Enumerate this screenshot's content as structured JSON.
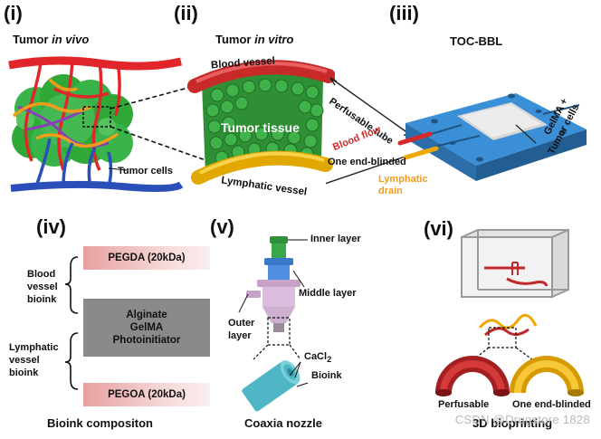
{
  "panels": {
    "i": {
      "num": "(i)",
      "title_pre": "Tumor ",
      "title_it": "in vivo",
      "tumor_cells": "Tumor cells"
    },
    "ii": {
      "num": "(ii)",
      "title_pre": "Tumor ",
      "title_it": "in vitro",
      "blood_vessel": "Blood vessel",
      "tumor_tissue": "Tumor tissue",
      "lymphatic_vessel": "Lymphatic vessel"
    },
    "iii": {
      "num": "(iii)",
      "title": "TOC-BBL",
      "perfusable_tube": "Perfusable tube",
      "blood_flow": "Blood flow",
      "one_end_blinded": "One end-blinded",
      "lymphatic_drain_1": "Lymphatic",
      "lymphatic_drain_2": "drain",
      "gelma_1": "GelMA +",
      "gelma_2": "Tumor cells"
    },
    "iv": {
      "num": "(iv)",
      "pegda": "PEGDA (20kDa)",
      "blood_1": "Blood",
      "blood_2": "vessel",
      "blood_3": "bioink",
      "mid_1": "Alginate",
      "mid_2": "GelMA",
      "mid_3": "Photoinitiator",
      "lymph_1": "Lymphatic",
      "lymph_2": "vessel",
      "lymph_3": "bioink",
      "pegoa": "PEGOA (20kDa)",
      "caption": "Bioink compositon"
    },
    "v": {
      "num": "(v)",
      "inner": "Inner layer",
      "middle": "Middle layer",
      "outer_1": "Outer",
      "outer_2": "layer",
      "cacl2": "CaCl2",
      "bioink": "Bioink",
      "caption": "Coaxia nozzle"
    },
    "vi": {
      "num": "(vi)",
      "perfusable": "Perfusable",
      "one_end": "One end-blinded",
      "caption": "3D bioprinting"
    }
  },
  "watermark": "CSDN @Drugstore 1828",
  "colors": {
    "blood": "#d42a2a",
    "lymph": "#f0b400",
    "tumor": "#2fa838",
    "chip": "#3a8fd6",
    "vein": "#2a4fb8"
  }
}
